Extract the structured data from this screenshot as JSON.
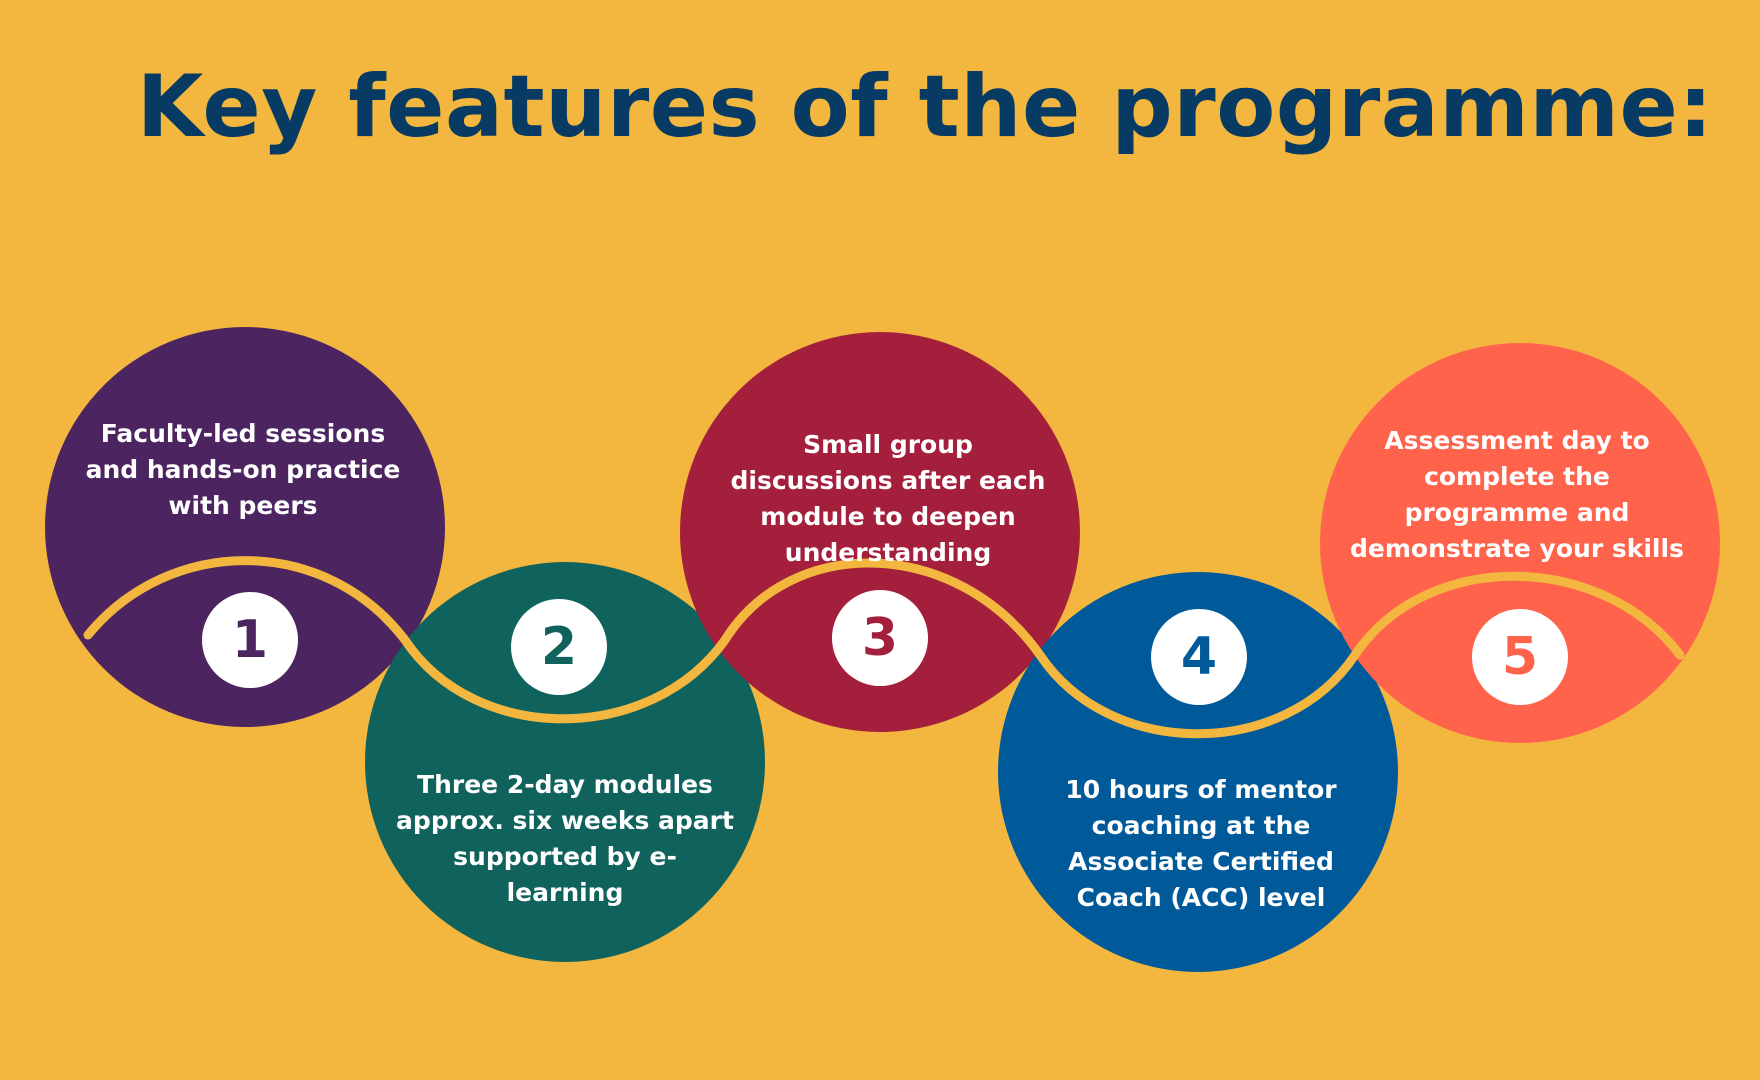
{
  "title": "Key features of the programme:",
  "colors": {
    "background": "#F3B63F",
    "title": "#073B63",
    "wave": "#F3B63F",
    "number_badge": "#FFFFFF"
  },
  "steps": [
    {
      "number": "1",
      "text": "Faculty-led sessions and hands-on practice with peers",
      "color": "#4C2460"
    },
    {
      "number": "2",
      "text": "Three 2-day modules approx. six weeks apart supported by e-learning",
      "color": "#10625C"
    },
    {
      "number": "3",
      "text": "Small group discussions after each module to deepen understanding",
      "color": "#A41F3C"
    },
    {
      "number": "4",
      "text": "10 hours of mentor coaching at the Associate Certified Coach (ACC) level",
      "color": "#005A9A"
    },
    {
      "number": "5",
      "text": "Assessment day to complete the programme and demonstrate your skills",
      "color": "#FF634C"
    }
  ]
}
